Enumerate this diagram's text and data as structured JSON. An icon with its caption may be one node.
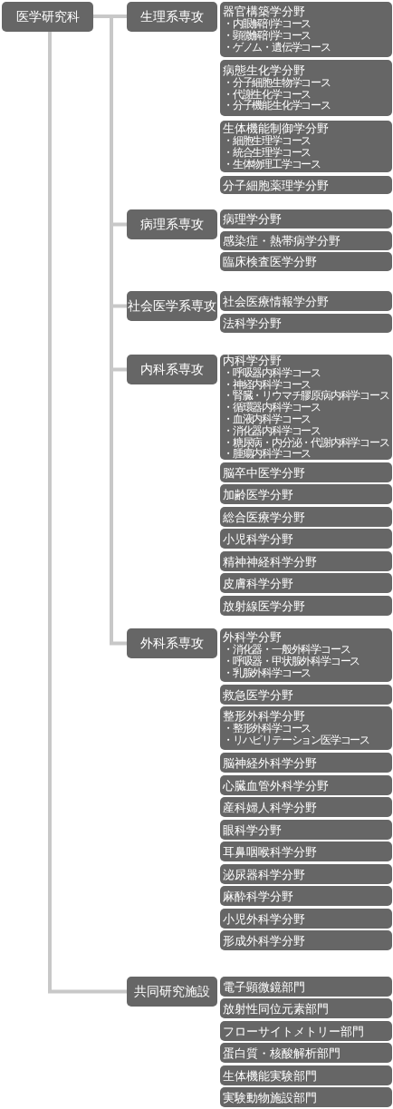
{
  "diagram": {
    "nodes": [
      {
        "text": [
          "医学研究科"
        ]
      },
      {
        "text": [
          "生理系専攻"
        ]
      },
      {
        "text": [
          "器官構築学分野",
          "・内眼解剖学コース",
          "・顕微解剖学コース",
          "・ゲノム・遺伝学コース"
        ]
      },
      {
        "text": [
          "病態生化学分野",
          "・分子細胞生物学コース",
          "・代謝生化学コース",
          "・分子機能生化学コース"
        ]
      },
      {
        "text": [
          "生体機能制御学分野",
          "・細胞生理学コース",
          "・統合生理学コース",
          "・生体物理工学コース"
        ]
      },
      {
        "text": [
          "分子細胞薬理学分野"
        ]
      },
      {
        "text": [
          "病理系専攻"
        ]
      },
      {
        "text": [
          "病理学分野"
        ]
      },
      {
        "text": [
          "感染症・熱帯病学分野"
        ]
      },
      {
        "text": [
          "臨床検査医学分野"
        ]
      },
      {
        "text": [
          "社会医学系専攻"
        ]
      },
      {
        "text": [
          "社会医療情報学分野"
        ]
      },
      {
        "text": [
          "法科学分野"
        ]
      },
      {
        "text": [
          "内科系専攻"
        ]
      },
      {
        "text": [
          "内科学分野",
          "・呼吸器内科学コース",
          "・神経内科学コース",
          "・腎臓・リウマチ膠原病内科学コース",
          "・循環器内科学コース",
          "・血液内科学コース",
          "・消化器内科学コース",
          "・糖尿病・内分泌・代謝内科学コース",
          "・腫瘍内科学コース"
        ]
      },
      {
        "text": [
          "脳卒中医学分野"
        ]
      },
      {
        "text": [
          "加齢医学分野"
        ]
      },
      {
        "text": [
          "総合医療学分野"
        ]
      },
      {
        "text": [
          "小児科学分野"
        ]
      },
      {
        "text": [
          "精神神経科学分野"
        ]
      },
      {
        "text": [
          "皮膚科学分野"
        ]
      },
      {
        "text": [
          "放射線医学分野"
        ]
      },
      {
        "text": [
          "外科系専攻"
        ]
      },
      {
        "text": [
          "外科学分野",
          "・消化器・一般外科学コース",
          "・呼吸器・甲状腺外科学コース",
          "・乳腺外科学コース"
        ]
      },
      {
        "text": [
          "救急医学分野"
        ]
      },
      {
        "text": [
          "整形外科学分野",
          "・整形外科学コース",
          "・リハビリテーション医学コース"
        ]
      },
      {
        "text": [
          "脳神経外科学分野"
        ]
      },
      {
        "text": [
          "心臓血管外科学分野"
        ]
      },
      {
        "text": [
          "産科婦人科学分野"
        ]
      },
      {
        "text": [
          "眼科学分野"
        ]
      },
      {
        "text": [
          "耳鼻咽喉科学分野"
        ]
      },
      {
        "text": [
          "泌尿器科学分野"
        ]
      },
      {
        "text": [
          "麻酔科学分野"
        ]
      },
      {
        "text": [
          "小児外科学分野"
        ]
      },
      {
        "text": [
          "形成外科学分野"
        ]
      },
      {
        "text": [
          "共同研究施設"
        ]
      },
      {
        "text": [
          "電子顕微鏡部門"
        ]
      },
      {
        "text": [
          "放射性同位元素部門"
        ]
      },
      {
        "text": [
          "フローサイトメトリー部門"
        ]
      },
      {
        "text": [
          "蛋白質・核酸解析部門"
        ]
      },
      {
        "text": [
          "生体機能実験部門"
        ]
      },
      {
        "text": [
          "実験動物施設部門"
        ]
      }
    ],
    "edges": [
      {
        "from": 0,
        "to": 1,
        "arrow": "none"
      },
      {
        "from": 0,
        "to": 6,
        "arrow": "none"
      },
      {
        "from": 0,
        "to": 10,
        "arrow": "none"
      },
      {
        "from": 0,
        "to": 13,
        "arrow": "none"
      },
      {
        "from": 0,
        "to": 22,
        "arrow": "none"
      },
      {
        "from": 0,
        "to": 35,
        "arrow": "none"
      }
    ]
  }
}
